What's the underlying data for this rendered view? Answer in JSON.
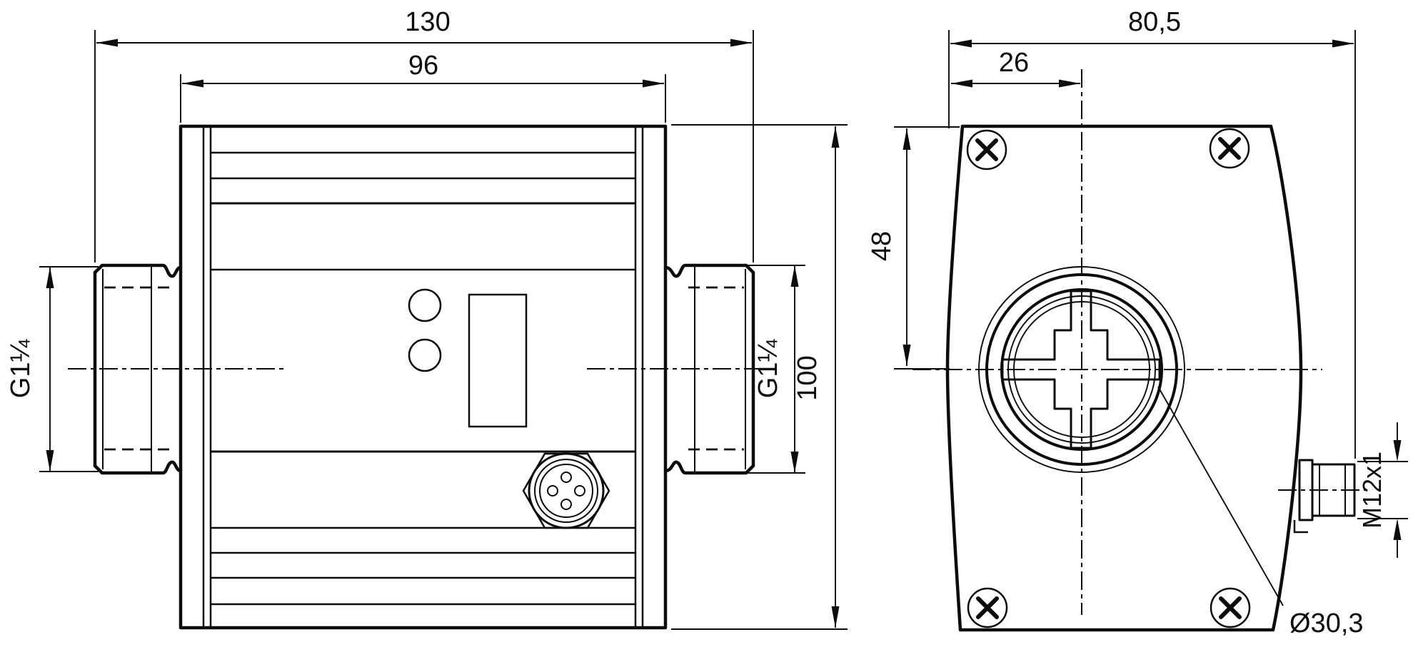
{
  "colors": {
    "background": "#ffffff",
    "ink": "#0c0c0c"
  },
  "front_view": {
    "overall_length": "130",
    "body_length": "96",
    "body_height": "100",
    "thread_left": "G1¼",
    "thread_right": "G1¼"
  },
  "side_view": {
    "overall_depth": "80,5",
    "bore_offset_from_face": "26",
    "bore_center_height": "48",
    "connector_thread": "M12x1",
    "bore_diameter": "Ø30,3"
  }
}
